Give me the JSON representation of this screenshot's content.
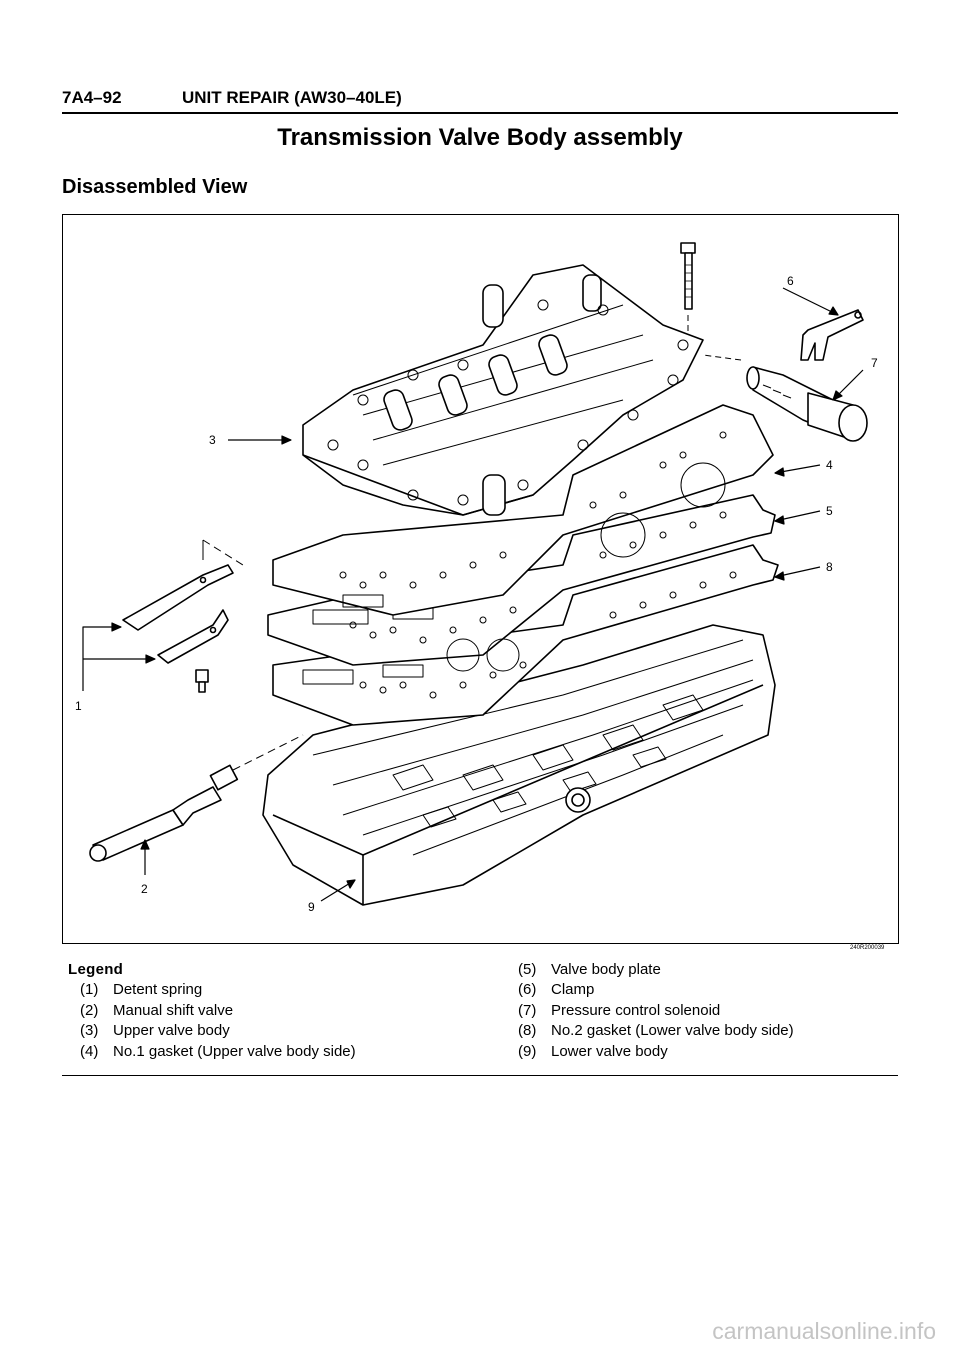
{
  "header": {
    "page_code": "7A4–92",
    "section": "UNIT REPAIR (AW30–40LE)"
  },
  "title": "Transmission Valve Body assembly",
  "subtitle": "Disassembled View",
  "figure": {
    "id": "240R200039",
    "callouts": [
      "1",
      "2",
      "3",
      "4",
      "5",
      "6",
      "7",
      "8",
      "9"
    ]
  },
  "legend": {
    "title": "Legend",
    "items": [
      {
        "num": "(1)",
        "text": "Detent spring"
      },
      {
        "num": "(2)",
        "text": "Manual shift valve"
      },
      {
        "num": "(3)",
        "text": "Upper valve body"
      },
      {
        "num": "(4)",
        "text": "No.1 gasket (Upper valve body side)"
      },
      {
        "num": "(5)",
        "text": "Valve body plate"
      },
      {
        "num": "(6)",
        "text": "Clamp"
      },
      {
        "num": "(7)",
        "text": "Pressure control solenoid"
      },
      {
        "num": "(8)",
        "text": "No.2 gasket (Lower valve body side)"
      },
      {
        "num": "(9)",
        "text": "Lower valve body"
      }
    ]
  },
  "watermark": "carmanualsonline.info"
}
